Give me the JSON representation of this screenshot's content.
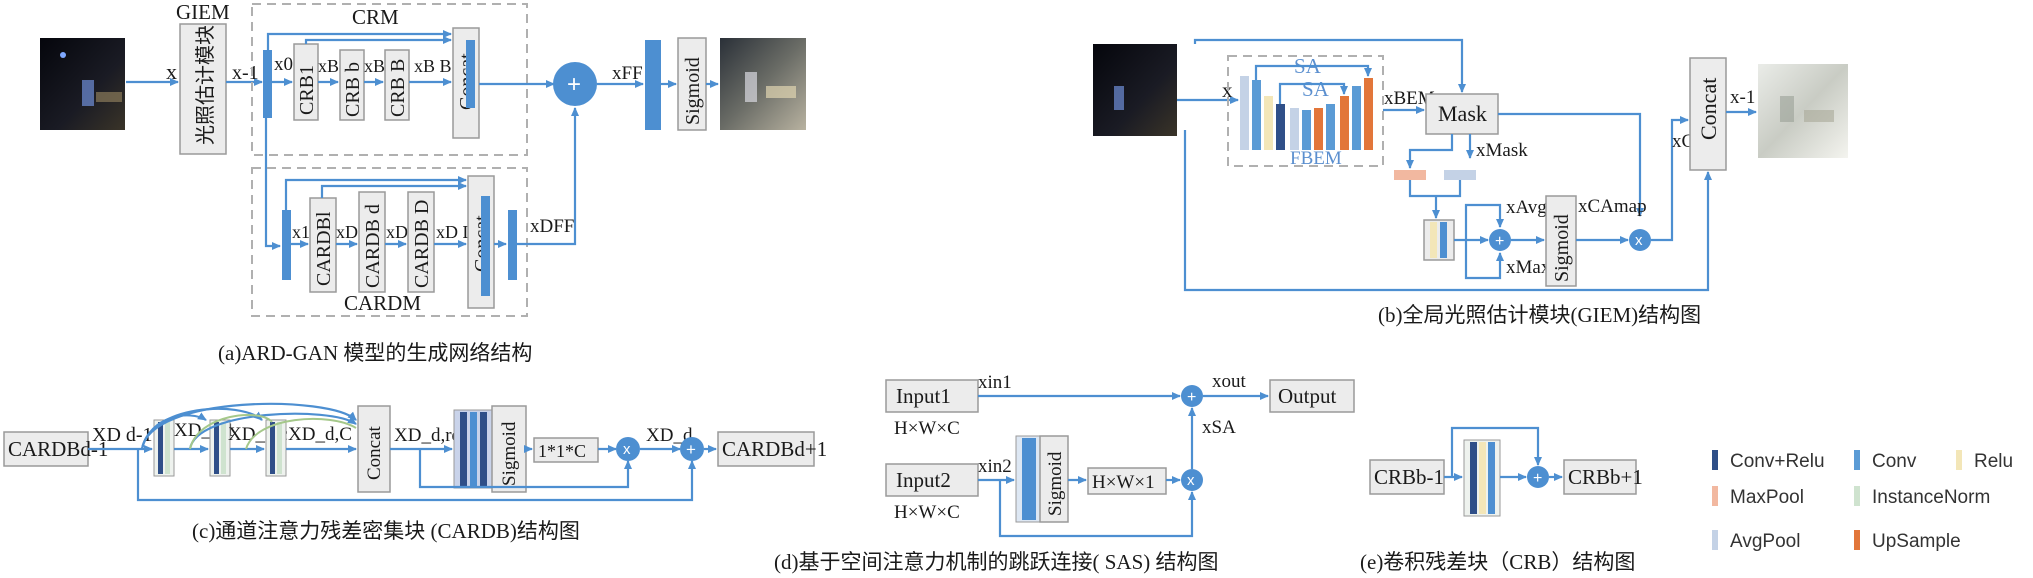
{
  "panel_a": {
    "caption": "(a)ARD-GAN 模型的生成网络结构",
    "giem": "GIEM",
    "giem_box": "光照估计模块",
    "crm": "CRM",
    "cardm": "CARDM",
    "crb1": "CRB1",
    "crb_b": "CRB b",
    "crb_B": "CRB B",
    "cardb1": "CARDBl",
    "cardb_d": "CARDB d",
    "cardb_D": "CARDB D",
    "concat": "Concat",
    "sigmoid": "Sigmoid",
    "x": "x",
    "x_minus1": "x-1",
    "x0": "x0",
    "xB1": "xB1",
    "xBb": "xBb",
    "xBB": "xB B",
    "xFF": "xFF",
    "x1": "x1",
    "xD1": "xD1",
    "xDd": "xDd",
    "xDD": "xD D",
    "xDFF": "xDFF"
  },
  "panel_b": {
    "caption": "(b)全局光照估计模块(GIEM)结构图",
    "sa1": "SA",
    "sa2": "SA",
    "fbem": "FBEM",
    "mask": "Mask",
    "concat": "Concat",
    "sigmoid": "Sigmoid",
    "x": "x",
    "xBEM": "xBEM",
    "xMask": "xMask",
    "xAvg": "xAvg",
    "xMax": "xMax",
    "xCAmap": "xCAmap",
    "xCA": "xCA",
    "x_minus1": "x-1"
  },
  "panel_c": {
    "caption": "(c)通道注意力残差密集块 (CARDB)结构图",
    "in_box": "CARDBd-1",
    "out_box": "CARDBd+1",
    "concat": "Concat",
    "sigmoid": "Sigmoid",
    "conv111": "1*1*C",
    "XDd1": "XD d-1",
    "XDd_1": "XD_d,1",
    "XDdc": "XD_d,c",
    "XDdC": "XD_d,C",
    "XDdres": "XD_d,res",
    "XD_d": "XD_d"
  },
  "panel_d": {
    "caption": "(d)基于空间注意力机制的跳跃连接( SAS) 结构图",
    "input1": "Input1",
    "input2": "Input2",
    "dim1": "H×W×C",
    "dim2": "H×W×C",
    "sigmoid": "Sigmoid",
    "hw1": "H×W×1",
    "output": "Output",
    "xin1": "xin1",
    "xin2": "xin2",
    "xout": "xout",
    "xSA": "xSA"
  },
  "panel_e": {
    "caption": "(e)卷积残差块（CRB）结构图",
    "in_box": "CRBb-1",
    "out_box": "CRBb+1"
  },
  "legend": [
    {
      "label": "Conv+Relu",
      "color": "#2f4f88"
    },
    {
      "label": "Conv",
      "color": "#5b9bd5"
    },
    {
      "label": "Relu",
      "color": "#f3e6b8"
    },
    {
      "label": "MaxPool",
      "color": "#f2b8a0"
    },
    {
      "label": "InstanceNorm",
      "color": "#cfe3cf"
    },
    {
      "label": "AvgPool",
      "color": "#c4d2e6"
    },
    {
      "label": "UpSample",
      "color": "#e2763a"
    }
  ]
}
